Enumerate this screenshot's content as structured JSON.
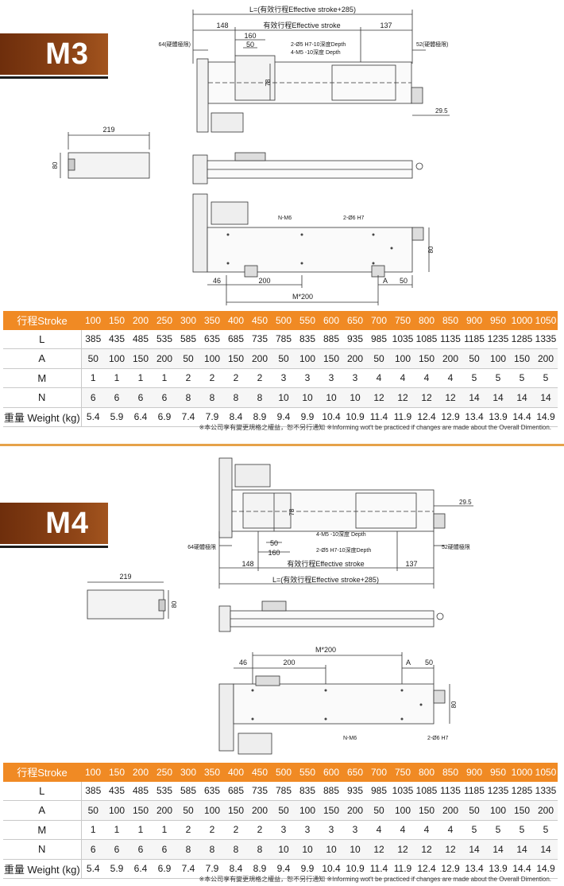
{
  "models": [
    {
      "name": "M3",
      "dims": {
        "overall": "L=(有效行程Effective stroke+285)",
        "effective": "有效行程Effective stroke",
        "d148": "148",
        "d160": "160",
        "d50": "50",
        "d137": "137",
        "limit_left": "64(硬體極限)",
        "limit_right": "52(硬體極限)",
        "d78": "78",
        "d29_5": "29.5",
        "hole_spec_1": "2-Ø5 H7-10深度Depth",
        "hole_spec_2": "4-M5 -10深度 Depth",
        "d219": "219",
        "d80": "80",
        "nm6": "N-M6",
        "pin_holes": "2-Ø6 H7",
        "d46": "46",
        "d200": "200",
        "dA": "A",
        "d50b": "50",
        "m200": "M*200",
        "d80b": "80"
      },
      "table": {
        "header_label": "行程Stroke",
        "strokes": [
          "100",
          "150",
          "200",
          "250",
          "300",
          "350",
          "400",
          "450",
          "500",
          "550",
          "600",
          "650",
          "700",
          "750",
          "800",
          "850",
          "900",
          "950",
          "1000",
          "1050"
        ],
        "rows": [
          {
            "label": "L",
            "values": [
              "385",
              "435",
              "485",
              "535",
              "585",
              "635",
              "685",
              "735",
              "785",
              "835",
              "885",
              "935",
              "985",
              "1035",
              "1085",
              "1135",
              "1185",
              "1235",
              "1285",
              "1335"
            ]
          },
          {
            "label": "A",
            "values": [
              "50",
              "100",
              "150",
              "200",
              "50",
              "100",
              "150",
              "200",
              "50",
              "100",
              "150",
              "200",
              "50",
              "100",
              "150",
              "200",
              "50",
              "100",
              "150",
              "200"
            ]
          },
          {
            "label": "M",
            "values": [
              "1",
              "1",
              "1",
              "1",
              "2",
              "2",
              "2",
              "2",
              "3",
              "3",
              "3",
              "3",
              "4",
              "4",
              "4",
              "4",
              "5",
              "5",
              "5",
              "5"
            ]
          },
          {
            "label": "N",
            "values": [
              "6",
              "6",
              "6",
              "6",
              "8",
              "8",
              "8",
              "8",
              "10",
              "10",
              "10",
              "10",
              "12",
              "12",
              "12",
              "12",
              "14",
              "14",
              "14",
              "14"
            ]
          },
          {
            "label": "重量 Weight (kg)",
            "values": [
              "5.4",
              "5.9",
              "6.4",
              "6.9",
              "7.4",
              "7.9",
              "8.4",
              "8.9",
              "9.4",
              "9.9",
              "10.4",
              "10.9",
              "11.4",
              "11.9",
              "12.4",
              "12.9",
              "13.4",
              "13.9",
              "14.4",
              "14.9"
            ]
          }
        ]
      },
      "note": "※本公司享有變更規格之權益，恕不另行通知 ※Informing wot't be practiced if changes are made about the Overall Dimention."
    },
    {
      "name": "M4",
      "dims": {
        "overall": "L=(有效行程Effective stroke+285)",
        "effective": "有效行程Effective stroke",
        "d148": "148",
        "d160": "160",
        "d50": "50",
        "d137": "137",
        "limit_left": "64硬體極限",
        "limit_right": "52硬體極限",
        "d78": "78",
        "d29_5": "29.5",
        "hole_spec_1": "4-M5 -10深度 Depth",
        "hole_spec_2": "2-Ø5 H7-10深度Depth",
        "d219": "219",
        "d80": "80",
        "nm6": "N-M6",
        "pin_holes": "2-Ø6 H7",
        "d46": "46",
        "d200": "200",
        "dA": "A",
        "d50b": "50",
        "m200": "M*200",
        "d80b": "80"
      },
      "table": {
        "header_label": "行程Stroke",
        "strokes": [
          "100",
          "150",
          "200",
          "250",
          "300",
          "350",
          "400",
          "450",
          "500",
          "550",
          "600",
          "650",
          "700",
          "750",
          "800",
          "850",
          "900",
          "950",
          "1000",
          "1050"
        ],
        "rows": [
          {
            "label": "L",
            "values": [
              "385",
              "435",
              "485",
              "535",
              "585",
              "635",
              "685",
              "735",
              "785",
              "835",
              "885",
              "935",
              "985",
              "1035",
              "1085",
              "1135",
              "1185",
              "1235",
              "1285",
              "1335"
            ]
          },
          {
            "label": "A",
            "values": [
              "50",
              "100",
              "150",
              "200",
              "50",
              "100",
              "150",
              "200",
              "50",
              "100",
              "150",
              "200",
              "50",
              "100",
              "150",
              "200",
              "50",
              "100",
              "150",
              "200"
            ]
          },
          {
            "label": "M",
            "values": [
              "1",
              "1",
              "1",
              "1",
              "2",
              "2",
              "2",
              "2",
              "3",
              "3",
              "3",
              "3",
              "4",
              "4",
              "4",
              "4",
              "5",
              "5",
              "5",
              "5"
            ]
          },
          {
            "label": "N",
            "values": [
              "6",
              "6",
              "6",
              "6",
              "8",
              "8",
              "8",
              "8",
              "10",
              "10",
              "10",
              "10",
              "12",
              "12",
              "12",
              "12",
              "14",
              "14",
              "14",
              "14"
            ]
          },
          {
            "label": "重量 Weight (kg)",
            "values": [
              "5.4",
              "5.9",
              "6.4",
              "6.9",
              "7.4",
              "7.9",
              "8.4",
              "8.9",
              "9.4",
              "9.9",
              "10.4",
              "10.9",
              "11.4",
              "11.9",
              "12.4",
              "12.9",
              "13.4",
              "13.9",
              "14.4",
              "14.9"
            ]
          }
        ]
      },
      "note": "※本公司享有變更規格之權益，恕不另行通知 ※Informing wot't be practiced if changes are made about the Overall Dimention."
    }
  ],
  "colors": {
    "badge": "#8f4517",
    "table_header": "#f08a24",
    "separator": "#e6a24a"
  }
}
